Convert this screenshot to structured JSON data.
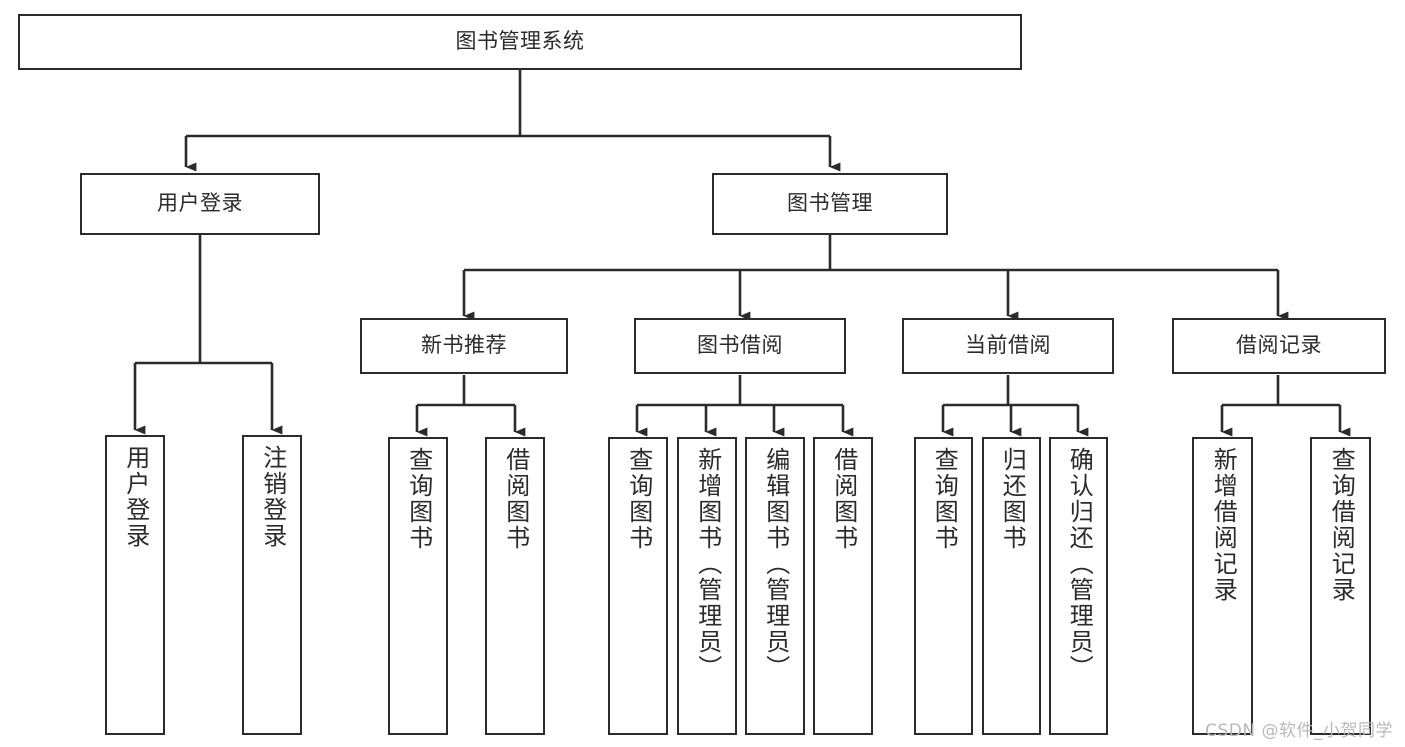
{
  "diagram": {
    "title": "图书管理系统",
    "type": "tree",
    "colors": {
      "border": "#2b2b2b",
      "fill": "#ffffff",
      "line": "#2b2b2b",
      "watermark": "#b9b9b9"
    },
    "levels": {
      "root": "图书管理系统",
      "level2": [
        "用户登录",
        "图书管理"
      ],
      "level3": [
        "新书推荐",
        "图书借阅",
        "当前借阅",
        "借阅记录"
      ]
    },
    "nodes": {
      "root": {
        "label": "图书管理系统"
      },
      "user_login": {
        "label": "用户登录"
      },
      "book_manage": {
        "label": "图书管理"
      },
      "new_book_rec": {
        "label": "新书推荐"
      },
      "book_borrow": {
        "label": "图书借阅"
      },
      "current_borrow": {
        "label": "当前借阅"
      },
      "borrow_record": {
        "label": "借阅记录"
      }
    },
    "leaves": {
      "l1": {
        "label": "用户登录"
      },
      "l2": {
        "label": "注销登录"
      },
      "l3": {
        "label": "查询图书"
      },
      "l4": {
        "label": "借阅图书"
      },
      "l5": {
        "label": "查询图书"
      },
      "l6": {
        "label": "新增图书（管理员）"
      },
      "l7": {
        "label": "编辑图书（管理员）"
      },
      "l8": {
        "label": "借阅图书"
      },
      "l9": {
        "label": "查询图书"
      },
      "l10": {
        "label": "归还图书"
      },
      "l11": {
        "label": "确认归还（管理员）"
      },
      "l12": {
        "label": "新增借阅记录"
      },
      "l13": {
        "label": "查询借阅记录"
      }
    }
  },
  "watermark": {
    "text": "CSDN @软件_小贺同学"
  }
}
